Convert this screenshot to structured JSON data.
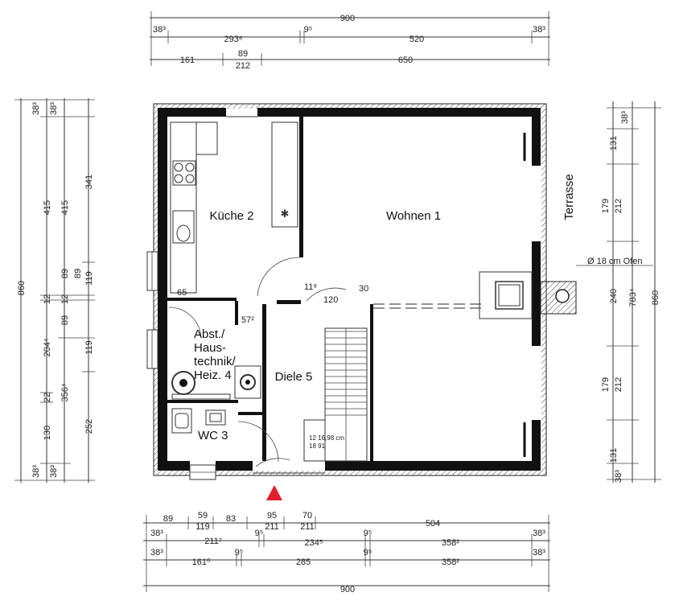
{
  "rooms": {
    "kueche": "Küche 2",
    "wohnen": "Wohnen 1",
    "abst_1": "Abst./",
    "abst_2": "Haus-",
    "abst_3": "technik/",
    "abst_4": "Heiz. 4",
    "diele": "Diele 5",
    "wc": "WC 3",
    "terrasse": "Terrasse"
  },
  "annotations": {
    "ofen": "Ø 18 cm Ofen",
    "stairs": "12 16,98 cm",
    "stairs_2": "18 91",
    "d_57": "57²",
    "d_65": "65",
    "d_118": "11⁸",
    "d_120": "120",
    "d_30": "30"
  },
  "dims_top": {
    "r1": [
      "900"
    ],
    "r2": [
      "38³",
      "293⁶",
      "9⁵",
      "520",
      "38³"
    ],
    "r3": [
      "161",
      "89",
      "212",
      "650"
    ]
  },
  "dims_bottom": {
    "r1a": [
      "89",
      "59",
      "83",
      "95",
      "70",
      "504"
    ],
    "r1b": [
      "119",
      "211",
      "211"
    ],
    "r2": [
      "38³",
      "211⁷",
      "9⁵",
      "234⁵",
      "9⁵",
      "358²",
      "38³"
    ],
    "r3": [
      "38³",
      "161⁰",
      "9⁵",
      "285",
      "9⁵",
      "358²",
      "38³"
    ],
    "r4": [
      "900"
    ]
  },
  "dims_left": {
    "outer": [
      "860"
    ],
    "mid": [
      "38³",
      "415",
      "12",
      "204⁴",
      "22",
      "130",
      "38³"
    ],
    "inner": [
      "38³",
      "415",
      "12",
      "89",
      "89",
      "356⁴",
      "38³"
    ],
    "inner2": [
      "341",
      "89",
      "119",
      "119",
      "252"
    ]
  },
  "dims_right": {
    "a": [
      "38³",
      "131",
      "179",
      "212",
      "240",
      "179",
      "212",
      "131",
      "38³"
    ],
    "b": [
      "783⁴",
      "860"
    ]
  },
  "colors": {
    "wall": "#111111",
    "entry_marker": "#e0202a",
    "hatch": "#444444"
  }
}
